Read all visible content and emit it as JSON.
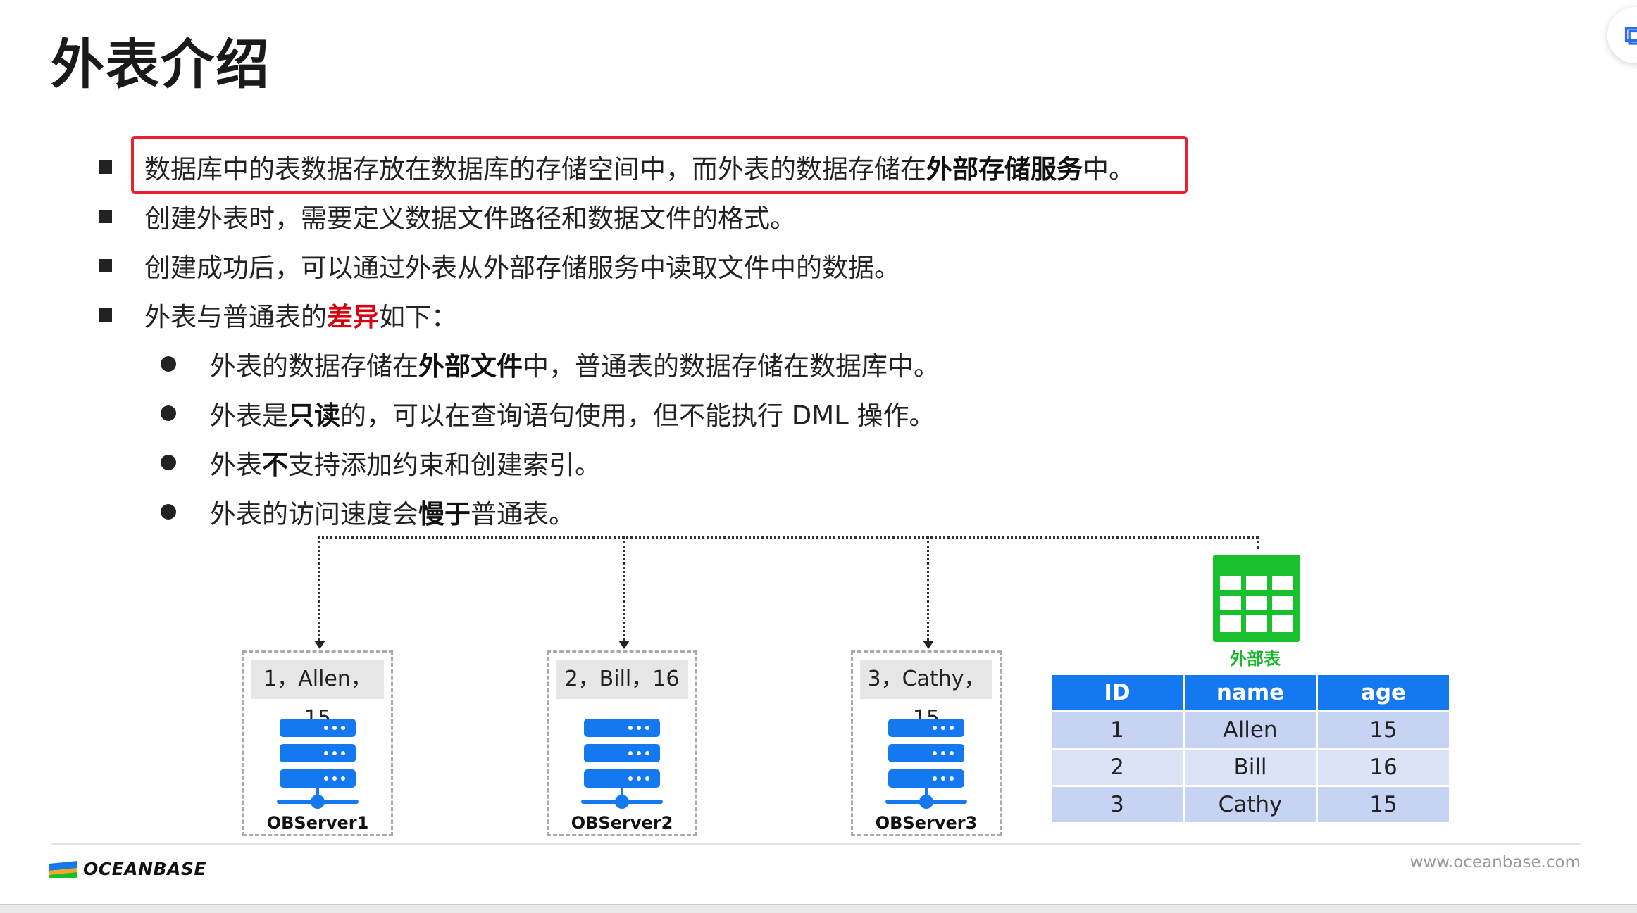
{
  "title": "外表介绍",
  "bullets": [
    {
      "pre": "数据库中的表数据存放在数据库的存储空间中，而外表的数据存储在",
      "bold": "外部存储服务",
      "post": "中。"
    },
    {
      "text": "创建外表时，需要定义数据文件路径和数据文件的格式。"
    },
    {
      "text": "创建成功后，可以通过外表从外部存储服务中读取文件中的数据。"
    },
    {
      "pre": "外表与普通表的",
      "red": "差异",
      "post": "如下："
    }
  ],
  "sub_bullets": [
    {
      "pre": "外表的数据存储在",
      "bold": "外部文件",
      "post": "中，普通表的数据存储在数据库中。"
    },
    {
      "pre": "外表是",
      "bold": "只读",
      "post": "的，可以在查询语句使用，但不能执行 DML 操作。"
    },
    {
      "pre": "外表",
      "bold": "不",
      "post": "支持添加约束和创建索引。"
    },
    {
      "pre": "外表的访问速度会",
      "bold": "慢于",
      "post": "普通表。"
    }
  ],
  "servers": [
    {
      "label": "1，Allen，15",
      "name": "OBServer1"
    },
    {
      "label": "2，Bill，16",
      "name": "OBServer2"
    },
    {
      "label": "3，Cathy，15",
      "name": "OBServer3"
    }
  ],
  "external_table": {
    "icon_label": "外部表",
    "headers": [
      "ID",
      "name",
      "age"
    ],
    "rows": [
      [
        "1",
        "Allen",
        "15"
      ],
      [
        "2",
        "Bill",
        "16"
      ],
      [
        "3",
        "Cathy",
        "15"
      ]
    ]
  },
  "footer": {
    "logo": "OCEANBASE",
    "site": "www.oceanbase.com"
  },
  "colors": {
    "highlight_box": "#e8202f",
    "accent_red": "#d6000f",
    "table_header": "#1478f0",
    "icon_green": "#18b82e",
    "server_blue": "#1478f0"
  }
}
